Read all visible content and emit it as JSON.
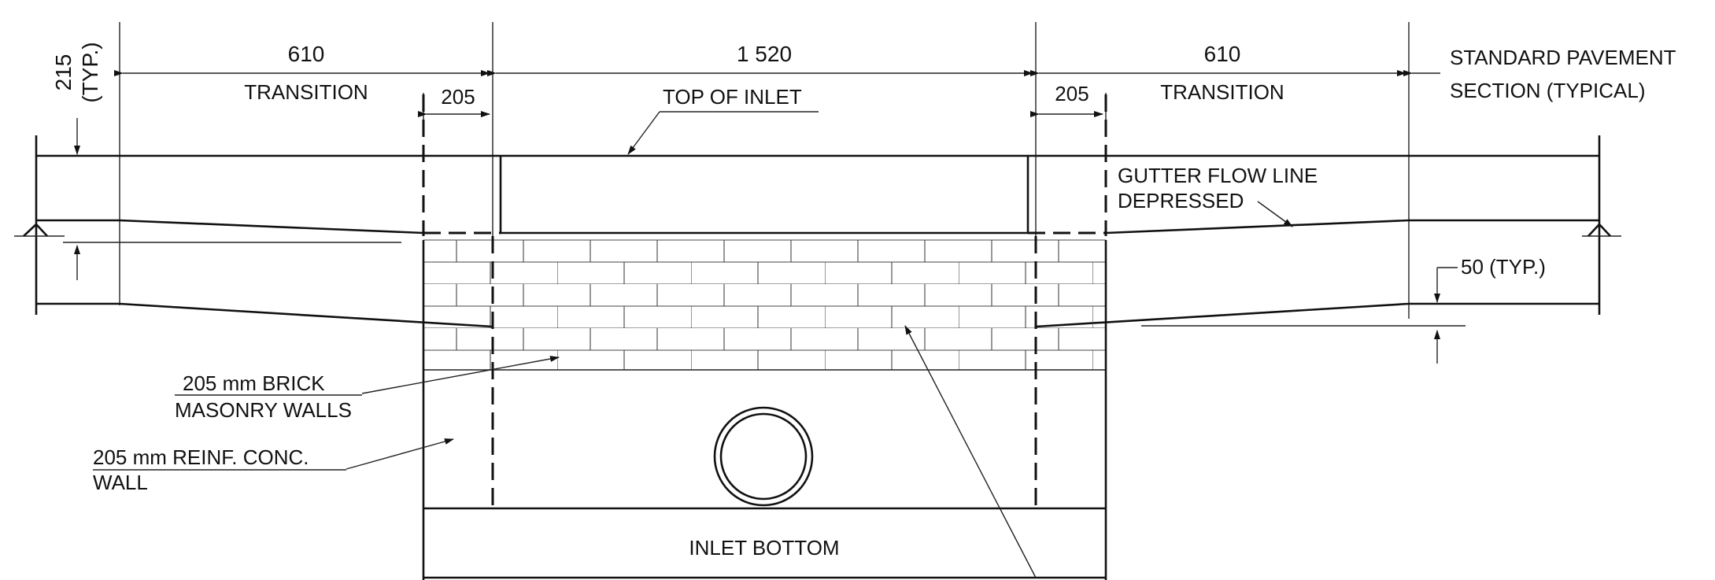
{
  "dimensions": {
    "typ_215": "215",
    "typ_label": "(TYP.)",
    "left_transition_value": "610",
    "left_transition_label": "TRANSITION",
    "top_inlet_value": "1 520",
    "right_transition_value": "610",
    "right_transition_label": "TRANSITION",
    "left_205": "205",
    "right_205": "205",
    "depression_50": "50 (TYP.)"
  },
  "labels": {
    "standard_pavement_line1": "STANDARD PAVEMENT",
    "standard_pavement_line2": "SECTION (TYPICAL)",
    "top_of_inlet": "TOP OF INLET",
    "gutter_flow_line1": "GUTTER FLOW LINE",
    "gutter_flow_line2": "DEPRESSED",
    "brick_line1": "205 mm BRICK",
    "brick_line2": "MASONRY WALLS",
    "conc_line1": "205 mm REINF. CONC.",
    "conc_line2": "WALL",
    "inlet_bottom": "INLET BOTTOM"
  }
}
